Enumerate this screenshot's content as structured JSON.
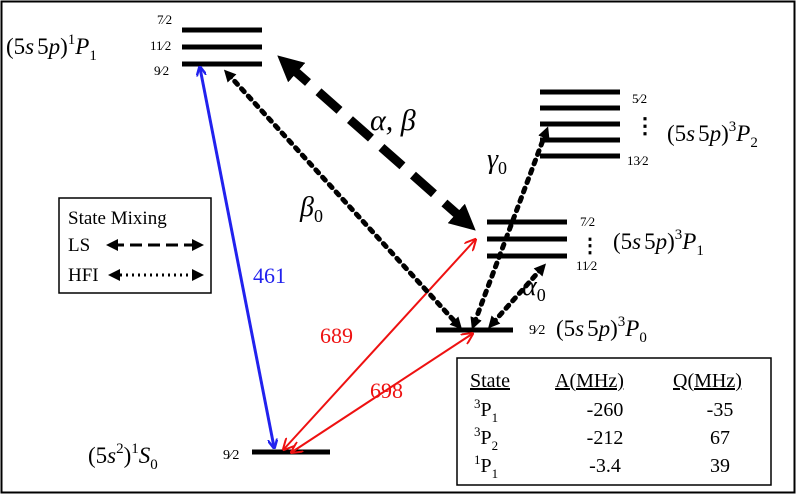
{
  "labels": {
    "p1_singlet": [
      "(5",
      "s",
      "5",
      "p",
      ")",
      "1",
      "P",
      "1"
    ],
    "p2_triplet": [
      "(5",
      "s",
      "5",
      "p",
      ")",
      "3",
      "P",
      "2"
    ],
    "p1_triplet": [
      "(5",
      "s",
      "5",
      "p",
      ")",
      "3",
      "P",
      "1"
    ],
    "p0_triplet": [
      "(5",
      "s",
      "5",
      "p",
      ")",
      "3",
      "P",
      "0"
    ],
    "s0_singlet": [
      "(5",
      "s",
      "2",
      ")",
      "1",
      "S",
      "0"
    ]
  },
  "f_labels": {
    "p1s_top": "7⁄2",
    "p1s_mid": "11⁄2",
    "p1s_bot": "9⁄2",
    "p2t_top": "5⁄2",
    "p2t_dots": "⋮",
    "p2t_bot": "13⁄2",
    "p1t_top": "7⁄2",
    "p1t_dots": "⋮",
    "p1t_bot": "11⁄2",
    "p0t": "9⁄2",
    "s0": "9⁄2"
  },
  "couplings": {
    "alpha_beta": "α, β",
    "beta0": [
      "β",
      "0"
    ],
    "gamma0": [
      "γ",
      "0"
    ],
    "alpha0": [
      "α",
      "0"
    ]
  },
  "transitions": {
    "blue_461": "461",
    "red_689": "689",
    "red_698": "698"
  },
  "colors": {
    "blue": "#2222ee",
    "red": "#ee1111",
    "black": "#000000"
  },
  "legend": {
    "title": "State Mixing",
    "ls": "LS",
    "hfi": "HFI"
  },
  "table": {
    "headers": [
      "State",
      "A(MHz)",
      "Q(MHz)"
    ],
    "rows": [
      {
        "sup": "3",
        "sym": "P",
        "sub": "1",
        "a": "-260",
        "q": "-35"
      },
      {
        "sup": "3",
        "sym": "P",
        "sub": "2",
        "a": "-212",
        "q": "67"
      },
      {
        "sup": "1",
        "sym": "P",
        "sub": "1",
        "a": "-3.4",
        "q": "39"
      }
    ]
  }
}
